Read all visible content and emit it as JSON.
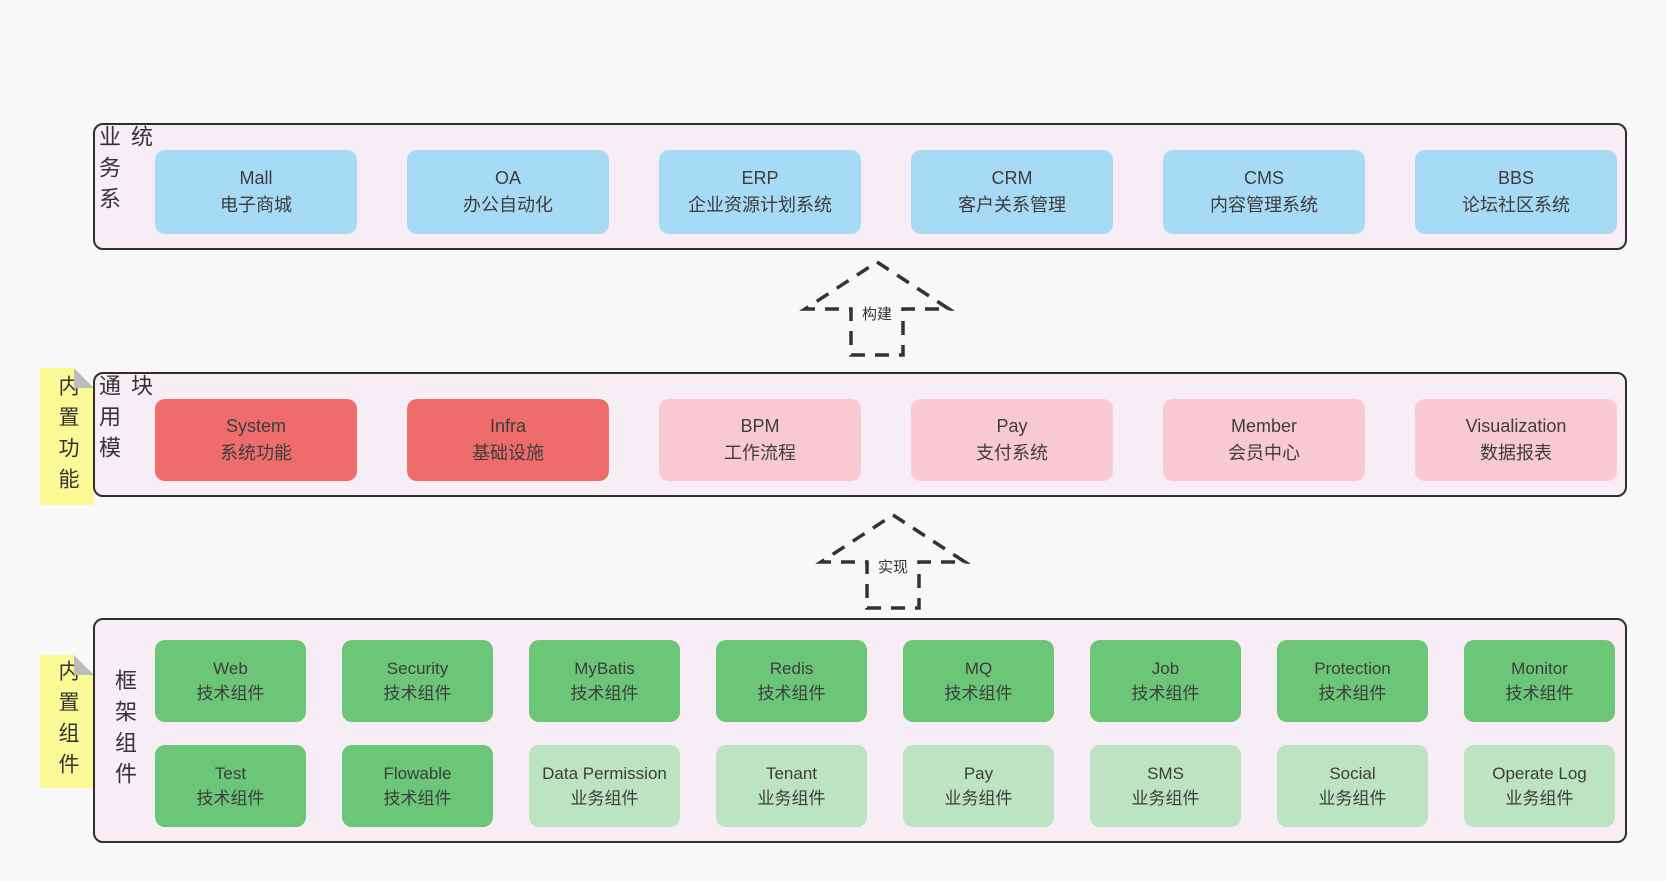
{
  "colors": {
    "background": "#f8f8f8",
    "band_fill": "#f7edf5",
    "band_border": "#2f2f2f",
    "blue": "#a7daf4",
    "red": "#ee6c6c",
    "pink": "#f9c9d3",
    "green_dark": "#6cc678",
    "green_light": "#bce4c2",
    "note_yellow": "#fbf896",
    "note_fold": "#bcbcbc",
    "text": "#3d3d3d",
    "arrow": "#333333"
  },
  "bands": [
    {
      "label": "业务系统",
      "boxes": [
        {
          "en": "Mall",
          "zh": "电子商城",
          "variant": "blue"
        },
        {
          "en": "OA",
          "zh": "办公自动化",
          "variant": "blue"
        },
        {
          "en": "ERP",
          "zh": "企业资源计划系统",
          "variant": "blue"
        },
        {
          "en": "CRM",
          "zh": "客户关系管理",
          "variant": "blue"
        },
        {
          "en": "CMS",
          "zh": "内容管理系统",
          "variant": "blue"
        },
        {
          "en": "BBS",
          "zh": "论坛社区系统",
          "variant": "blue"
        }
      ]
    },
    {
      "label": "通用模块",
      "note": "内置功能",
      "boxes": [
        {
          "en": "System",
          "zh": "系统功能",
          "variant": "red"
        },
        {
          "en": "Infra",
          "zh": "基础设施",
          "variant": "red"
        },
        {
          "en": "BPM",
          "zh": "工作流程",
          "variant": "pink"
        },
        {
          "en": "Pay",
          "zh": "支付系统",
          "variant": "pink"
        },
        {
          "en": "Member",
          "zh": "会员中心",
          "variant": "pink"
        },
        {
          "en": "Visualization",
          "zh": "数据报表",
          "variant": "pink"
        }
      ]
    },
    {
      "label": "框架组件",
      "note": "内置组件",
      "rows": [
        [
          {
            "en": "Web",
            "zh": "技术组件",
            "variant": "green_dark"
          },
          {
            "en": "Security",
            "zh": "技术组件",
            "variant": "green_dark"
          },
          {
            "en": "MyBatis",
            "zh": "技术组件",
            "variant": "green_dark"
          },
          {
            "en": "Redis",
            "zh": "技术组件",
            "variant": "green_dark"
          },
          {
            "en": "MQ",
            "zh": "技术组件",
            "variant": "green_dark"
          },
          {
            "en": "Job",
            "zh": "技术组件",
            "variant": "green_dark"
          },
          {
            "en": "Protection",
            "zh": "技术组件",
            "variant": "green_dark"
          },
          {
            "en": "Monitor",
            "zh": "技术组件",
            "variant": "green_dark"
          }
        ],
        [
          {
            "en": "Test",
            "zh": "技术组件",
            "variant": "green_dark"
          },
          {
            "en": "Flowable",
            "zh": "技术组件",
            "variant": "green_dark"
          },
          {
            "en": "Data Permission",
            "zh": "业务组件",
            "variant": "green_light"
          },
          {
            "en": "Tenant",
            "zh": "业务组件",
            "variant": "green_light"
          },
          {
            "en": "Pay",
            "zh": "业务组件",
            "variant": "green_light"
          },
          {
            "en": "SMS",
            "zh": "业务组件",
            "variant": "green_light"
          },
          {
            "en": "Social",
            "zh": "业务组件",
            "variant": "green_light"
          },
          {
            "en": "Operate Log",
            "zh": "业务组件",
            "variant": "green_light"
          }
        ]
      ]
    }
  ],
  "arrows": [
    {
      "label": "构建"
    },
    {
      "label": "实现"
    }
  ]
}
